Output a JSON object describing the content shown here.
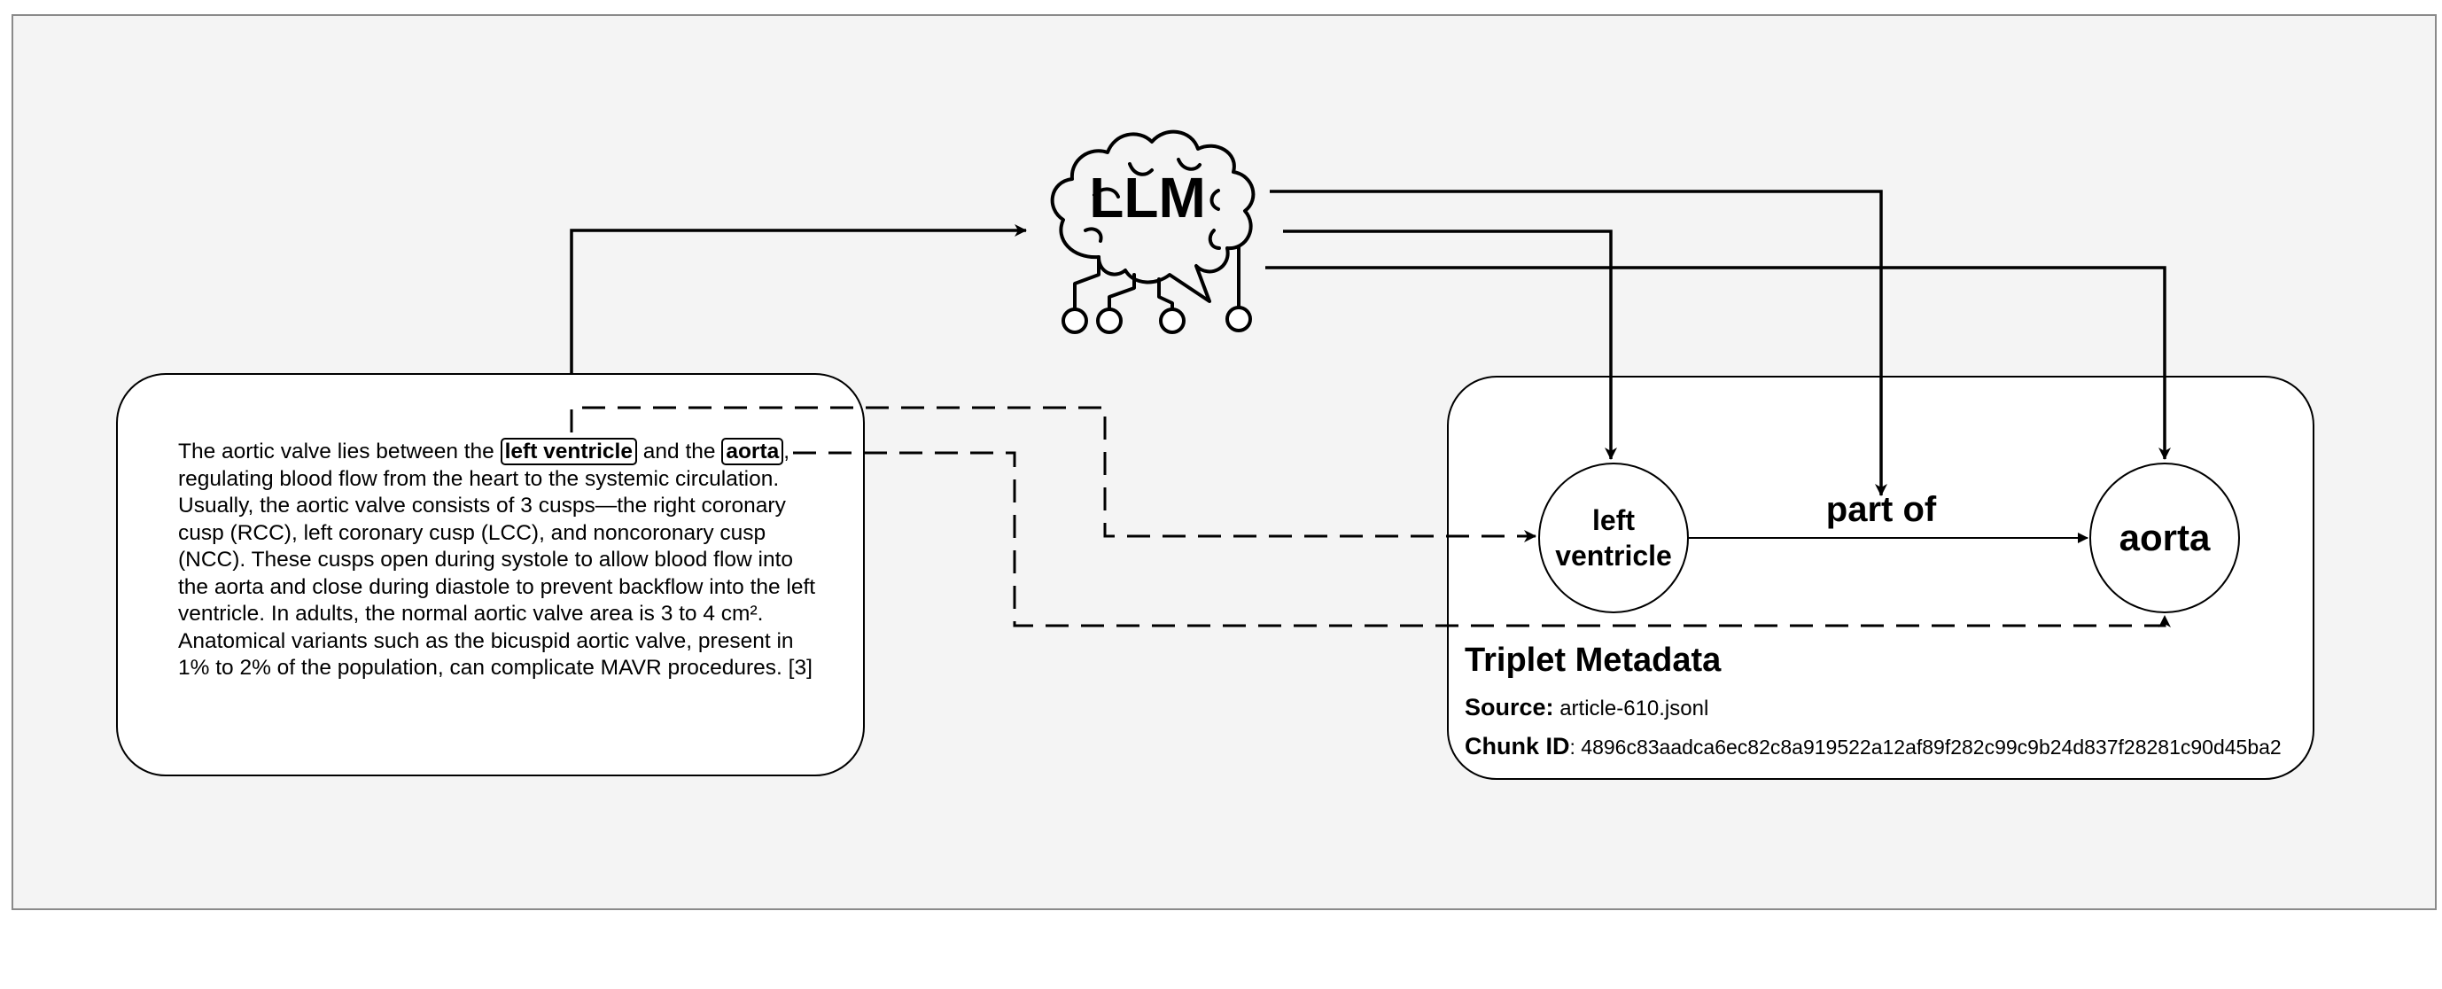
{
  "passage": {
    "part1": "The aortic valve lies between the ",
    "entity1": "left ventricle",
    "part2": " and the ",
    "entity2": "aorta",
    "part3": ", regulating blood flow from the heart to the systemic circulation. Usually, the aortic valve consists of 3 cusps—the right coronary cusp (RCC), left coronary cusp (LCC), and noncoronary cusp (NCC). These cusps open during systole to allow blood flow into the aorta and close during diastole to prevent backflow into the left ventricle. In adults, the normal aortic valve area is 3 to 4 cm². Anatomical variants such as the bicuspid aortic valve, present in 1% to 2% of the population, can complicate MAVR procedures. [3]"
  },
  "llm": {
    "label": "LLM",
    "icon": "brain-circuit-icon"
  },
  "triplet": {
    "head": {
      "line1": "left",
      "line2": "ventricle"
    },
    "relation": "part of",
    "tail": "aorta"
  },
  "metadata": {
    "title": "Triplet Metadata",
    "source_key": "Source:",
    "source_value": "article-610.jsonl",
    "chunk_key": "Chunk ID",
    "chunk_value": ": 4896c83aadca6ec82c8a919522a12af89f282c99c9b24d837f28281c90d45ba2"
  },
  "colors": {
    "background": "#f4f4f4",
    "panel": "#ffffff",
    "stroke": "#000000"
  }
}
